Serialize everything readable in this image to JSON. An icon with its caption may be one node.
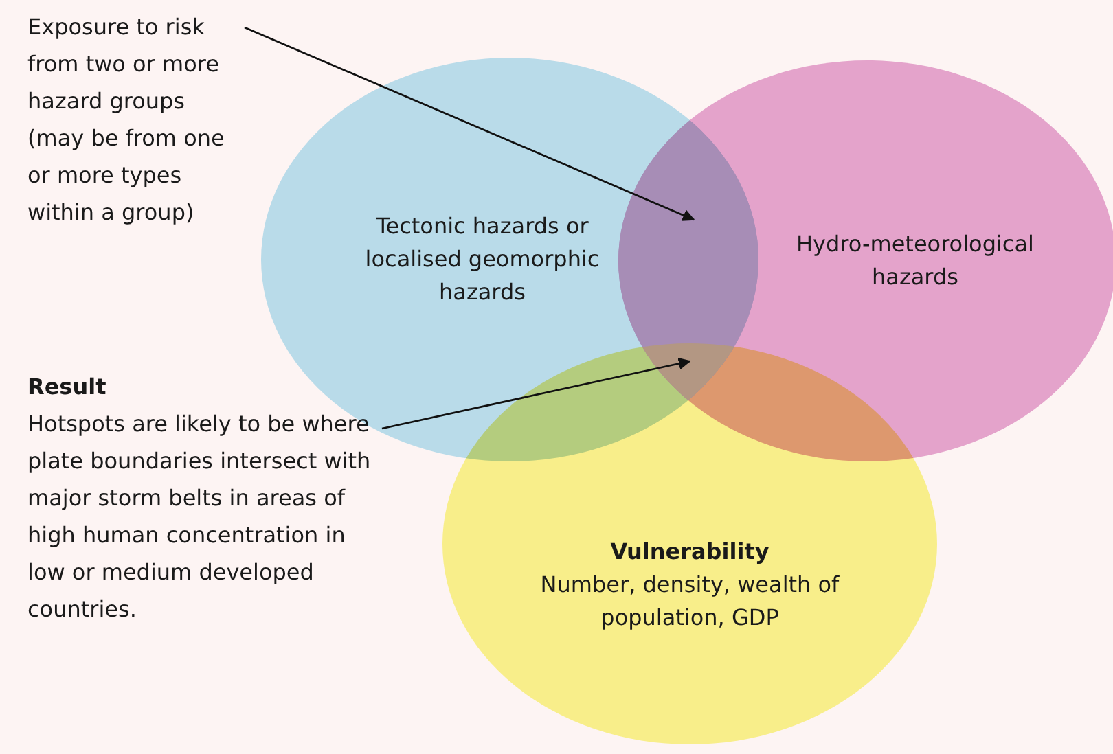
{
  "diagram": {
    "nodes": [
      {
        "text": [
          "Exposure to risk from two or more hazard groups (may be from one or more types within a group)"
        ]
      },
      {
        "text": [
          "Result",
          "Hotspots are likely to be where plate boundaries intersect with major storm belts in areas of high human concentration in low or medium developed countries."
        ]
      },
      {
        "text": [
          "Tectonic hazards or localised geomorphic hazards"
        ]
      },
      {
        "text": [
          "Hydro-meteorological hazards"
        ]
      },
      {
        "text": [
          "Vulnerability",
          "Number, density, wealth of population, GDP"
        ]
      },
      {
        "text": [],
        "shape": "region"
      },
      {
        "text": [],
        "shape": "region"
      }
    ],
    "edges": [
      {
        "from": 0,
        "to": 5,
        "arrow": "to"
      },
      {
        "from": 1,
        "to": 6,
        "arrow": "to"
      }
    ]
  }
}
